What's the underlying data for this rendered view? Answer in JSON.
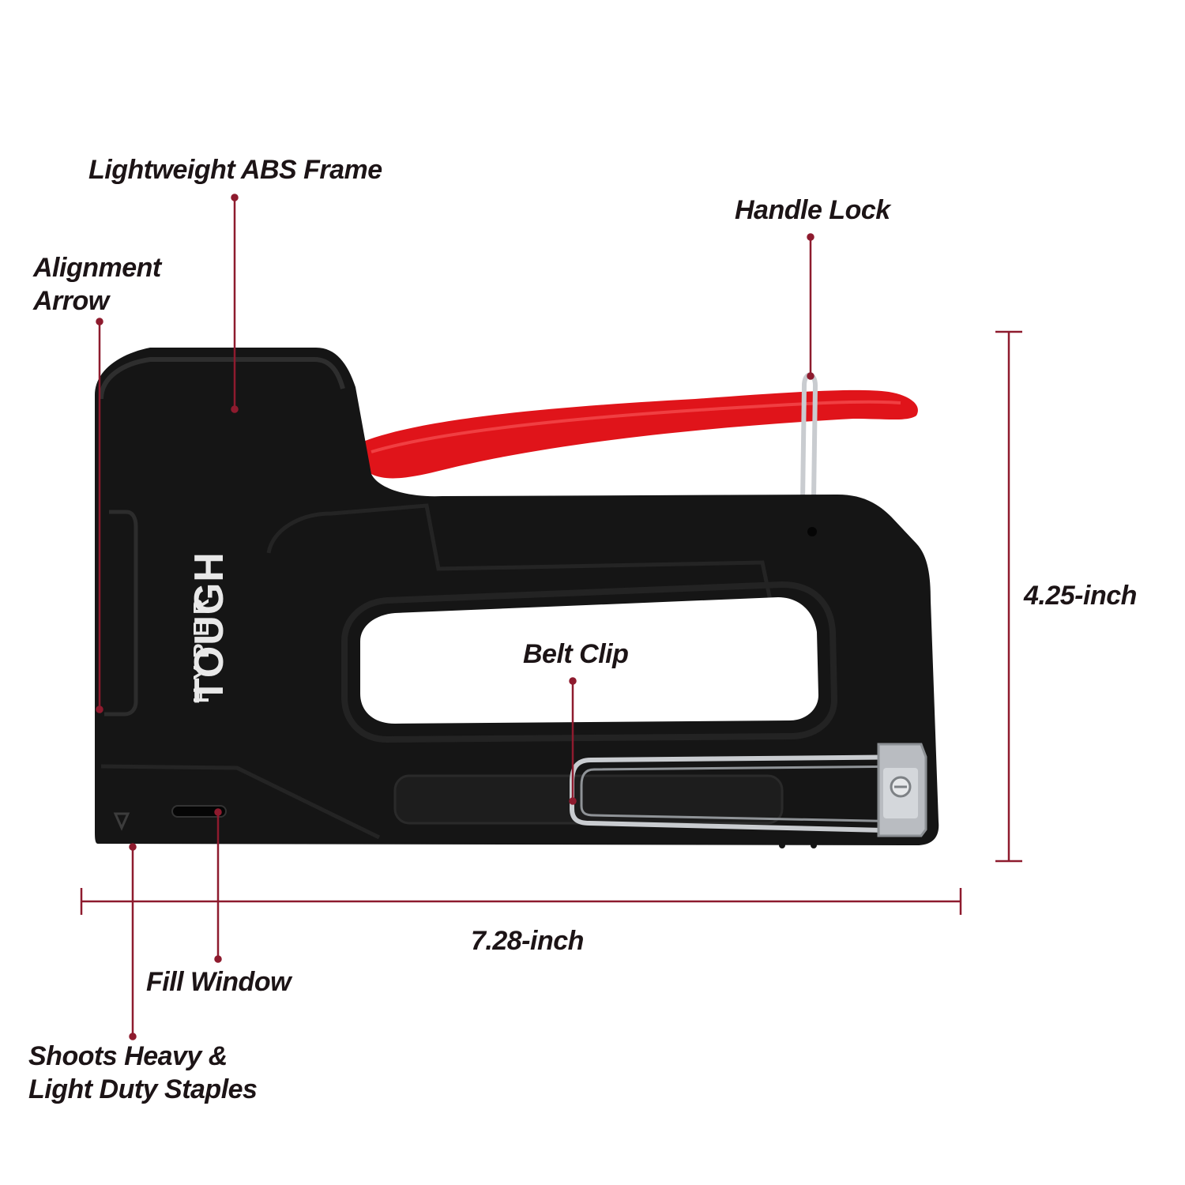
{
  "colors": {
    "body": "#151515",
    "body_edge": "#262626",
    "handle": "#e0141a",
    "metal": "#c9ccd0",
    "callout": "#8e1b2e",
    "text": "#1c1416"
  },
  "brand": {
    "line1": "HYPER",
    "line2": "TOUGH"
  },
  "callouts": {
    "frame": "Lightweight ABS Frame",
    "handle_lock": "Handle Lock",
    "alignment_1": "Alignment",
    "alignment_2": "Arrow",
    "belt_clip": "Belt Clip",
    "fill_window": "Fill Window",
    "staples_1": "Shoots Heavy &",
    "staples_2": "Light Duty Staples"
  },
  "dimensions": {
    "height": "4.25-inch",
    "width": "7.28-inch"
  }
}
